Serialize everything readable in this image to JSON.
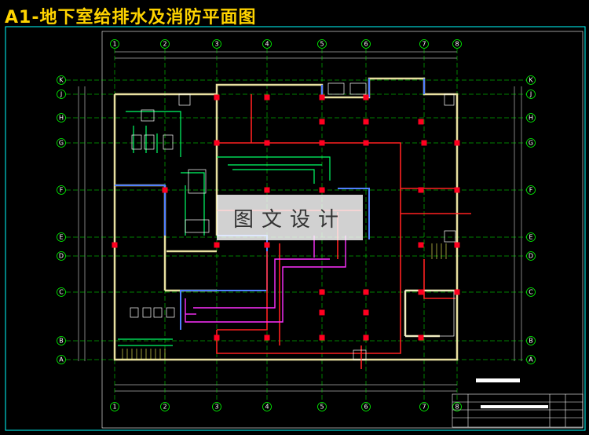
{
  "title": "A1-地下室给排水及消防平面图",
  "watermark": "图文设计",
  "grid_columns": [
    "1",
    "2",
    "3",
    "4",
    "5",
    "6",
    "7",
    "8"
  ],
  "grid_rows": [
    "A",
    "B",
    "C",
    "D",
    "E",
    "F",
    "G",
    "H",
    "J",
    "K"
  ],
  "colors": {
    "title": "#ffd400",
    "frame": "#00ffff",
    "grid": "#00ff00",
    "walls": "#e8e0a0",
    "red_pipe": "#ff2020",
    "magenta_pipe": "#ff30ff",
    "blue_pipe": "#5080ff",
    "green_pipe": "#00ff66",
    "columns": "#ff0020"
  }
}
